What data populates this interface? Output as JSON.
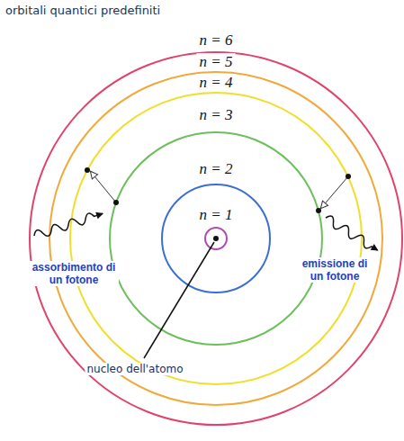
{
  "diagram": {
    "title": "orbitali quantici predefiniti",
    "labels": [
      "n = 6",
      "n = 5",
      "n = 4",
      "n = 3",
      "n = 2",
      "n = 1",
      "assorbimento di un fotone",
      "emissione di un fotone",
      "nucleo dell'atomo"
    ]
  }
}
